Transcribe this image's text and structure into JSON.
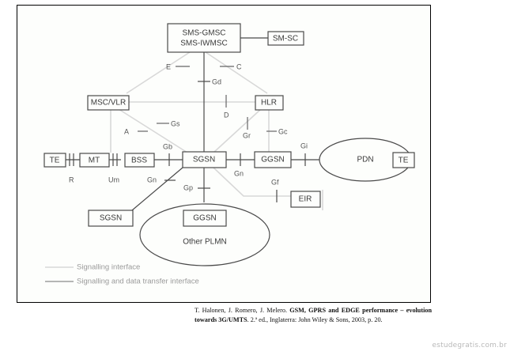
{
  "diagram": {
    "nodes": {
      "sms_gmsc_line1": "SMS-GMSC",
      "sms_gmsc_line2": "SMS-IWMSC",
      "sm_sc": "SM-SC",
      "msc_vlr": "MSC/VLR",
      "hlr": "HLR",
      "te_left": "TE",
      "mt": "MT",
      "bss": "BSS",
      "sgsn": "SGSN",
      "ggsn": "GGSN",
      "pdn": "PDN",
      "te_right": "TE",
      "eir": "EIR",
      "sgsn_other": "SGSN",
      "ggsn_other": "GGSN",
      "other_plmn": "Other PLMN"
    },
    "interfaces": {
      "E": "E",
      "C": "C",
      "Gd": "Gd",
      "D": "D",
      "Gs": "Gs",
      "A": "A",
      "Gr": "Gr",
      "Gc": "Gc",
      "Gb": "Gb",
      "Gi": "Gi",
      "R": "R",
      "Um": "Um",
      "Gn_left": "Gn",
      "Gn_right": "Gn",
      "Gp": "Gp",
      "Gf": "Gf"
    },
    "legend": {
      "signaling": "Signalling interface",
      "signaling_data": "Signalling and data transfer interface"
    },
    "colors": {
      "signaling_line": "#d8d8d8",
      "data_line": "#4a4a4a"
    }
  },
  "citation": {
    "authors": "T. Halonen, J. Romero, J. Melero.",
    "title": "GSM, GPRS and EDGE performance – evolution towards 3G/UMTS",
    "rest": ". 2.ª ed., Inglaterra: John Wiley & Sons, 2003, p. 20."
  },
  "watermark": "estudegratis.com.br"
}
